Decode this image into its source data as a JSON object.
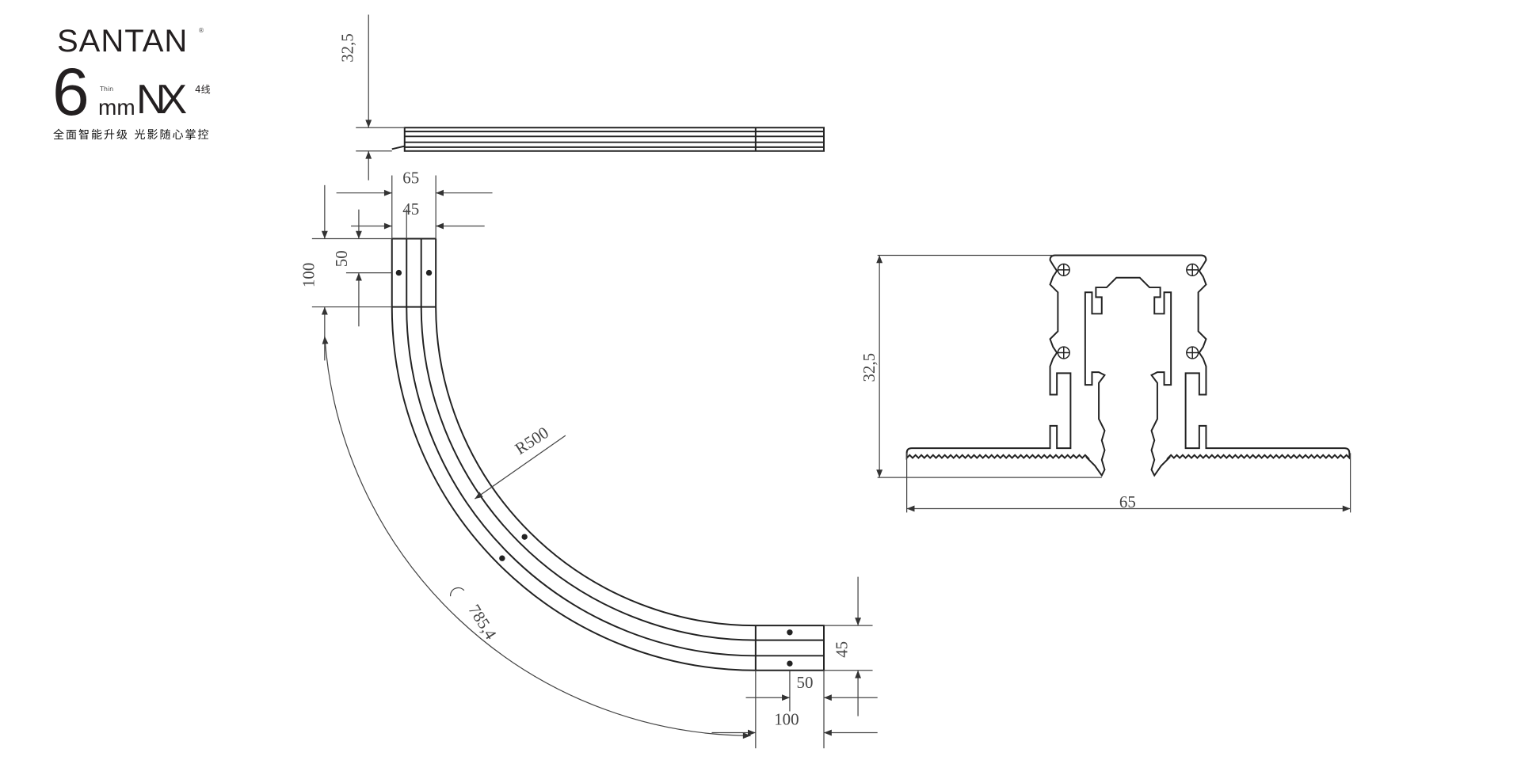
{
  "logo": {
    "brand": "SANTAN",
    "registered": "®",
    "size_number": "6",
    "size_unit": "mm",
    "thin_label": "Thin",
    "model": "NX",
    "wire_label": "4线",
    "tagline": "全面智能升级 光影随心掌控"
  },
  "drawing": {
    "top_view_height": "32,5",
    "width_outer": "65",
    "width_inner": "45",
    "straight_length": "100",
    "hole_offset": "50",
    "radius": "R500",
    "arc_length": "785,4",
    "end_width": "45",
    "end_hole_offset": "50",
    "end_straight_length": "100",
    "section_height": "32,5",
    "section_width": "65"
  }
}
